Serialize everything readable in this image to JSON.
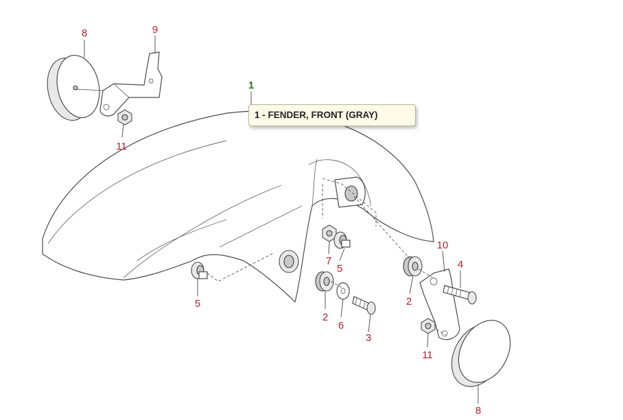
{
  "callouts": {
    "c1": "1",
    "c2a": "2",
    "c2b": "2",
    "c3": "3",
    "c4": "4",
    "c5a": "5",
    "c5b": "5",
    "c6": "6",
    "c7": "7",
    "c8a": "8",
    "c8b": "8",
    "c9": "9",
    "c10": "10",
    "c11a": "11",
    "c11b": "11"
  },
  "tooltip": {
    "text": "1 - FENDER, FRONT (GRAY)"
  },
  "colors": {
    "callout": "#b51f2b",
    "selected_callout": "#2f6f1f",
    "tooltip_bg": "#fdfbe8"
  }
}
